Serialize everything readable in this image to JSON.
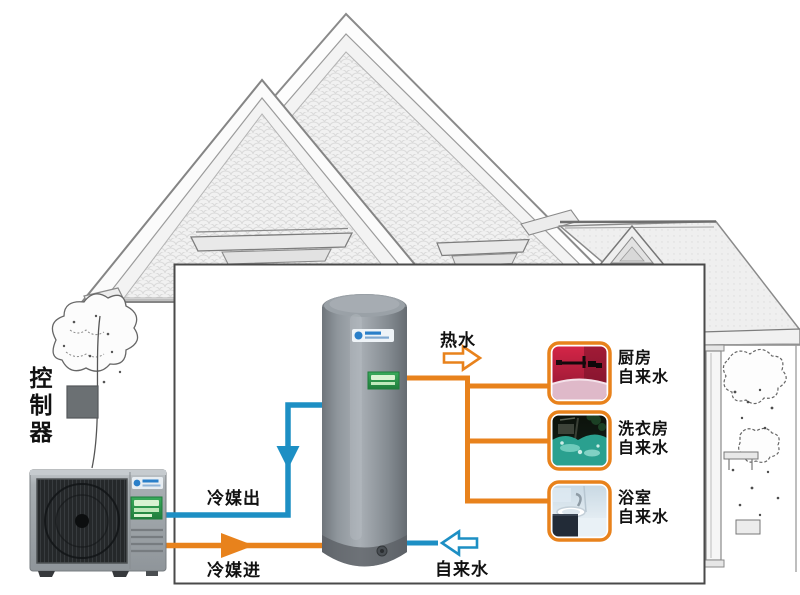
{
  "labels": {
    "controller": "控制器",
    "refrigerant_out": "冷媒出",
    "refrigerant_in": "冷媒进",
    "hot_water": "热水",
    "tap_water_in": "自来水"
  },
  "outlets": [
    {
      "room": "厨房",
      "supply": "自来水"
    },
    {
      "room": "洗衣房",
      "supply": "自来水"
    },
    {
      "room": "浴室",
      "supply": "自来水"
    }
  ],
  "icons": {
    "hot_water_arrow": "hollow-right-arrow",
    "tap_water_arrow": "hollow-left-arrow",
    "refrigerant_in_arrow": "solid-right-arrow",
    "refrigerant_out_arrow": "solid-down-arrow"
  },
  "colors": {
    "pipe-hot": "#e8821c",
    "pipe-cold": "#1d8fc4",
    "panel-border": "#4a4a4a",
    "label-text": "#111111",
    "photo-frame": "#e8821c",
    "sticker-green": "#2f9e4f",
    "logo-blue": "#2a7fc9",
    "tank-gray": "#8d939a",
    "unit-gray": "#9ba1a6"
  }
}
